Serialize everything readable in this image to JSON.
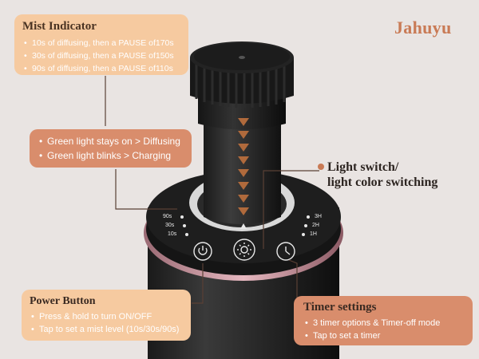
{
  "brand": "Jahuyu",
  "mist_indicator": {
    "title": "Mist Indicator",
    "items": [
      "10s of diffusing, then a PAUSE of170s",
      "30s of diffusing, then a PAUSE of150s",
      "90s of diffusing, then a PAUSE of110s"
    ]
  },
  "status_lights": {
    "items": [
      "Green light stays on > Diffusing",
      "Green light blinks > Charging"
    ]
  },
  "light_switch": {
    "line1": "Light switch/",
    "line2": "light color switching"
  },
  "power_button": {
    "title": "Power Button",
    "items": [
      "Press & hold to turn ON/OFF",
      "Tap to set a mist level (10s/30s/90s)"
    ]
  },
  "timer_settings": {
    "title": "Timer settings",
    "items": [
      "3 timer options & Timer-off mode",
      "Tap to set a timer"
    ]
  },
  "panel": {
    "mist_levels": [
      "90s",
      "30s",
      "10s"
    ],
    "timer_levels": [
      "3H",
      "2H",
      "1H"
    ]
  },
  "colors": {
    "accent": "#c97a55",
    "light_box": "#f6caa0",
    "dark_box": "#d98d6c",
    "background": "#e9e4e2"
  },
  "icons": [
    "power-icon",
    "light-icon",
    "clock-icon",
    "arrow-up-icon"
  ]
}
